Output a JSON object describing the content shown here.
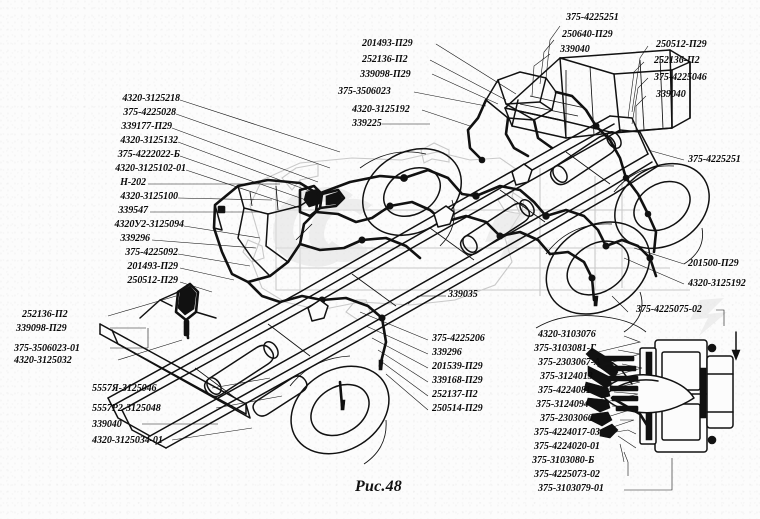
{
  "document": {
    "type": "technical-parts-diagram",
    "caption": "Рис.48",
    "watermark": "АЗ"
  },
  "labels": {
    "left_column": [
      {
        "id": "l1",
        "text": "4320-3125218"
      },
      {
        "id": "l2",
        "text": "375-4225028"
      },
      {
        "id": "l3",
        "text": "339177-П29"
      },
      {
        "id": "l4",
        "text": "4320-3125132"
      },
      {
        "id": "l5",
        "text": "375-4222022-Б"
      },
      {
        "id": "l6",
        "text": "4320-3125102-01"
      },
      {
        "id": "l7",
        "text": "Н-202"
      },
      {
        "id": "l8",
        "text": "4320-3125100"
      },
      {
        "id": "l9",
        "text": "339547"
      },
      {
        "id": "l10",
        "text": "4320У2-3125094"
      },
      {
        "id": "l11",
        "text": "339296"
      },
      {
        "id": "l12",
        "text": "375-4225092"
      },
      {
        "id": "l13",
        "text": "201493-П29"
      },
      {
        "id": "l14",
        "text": "250512-П29"
      }
    ],
    "lower_left_group": [
      {
        "id": "ll1",
        "text": "252136-П2"
      },
      {
        "id": "ll2",
        "text": "339098-П29"
      },
      {
        "id": "ll3",
        "text": "375-3506023-01"
      },
      {
        "id": "ll4",
        "text": "4320-3125032"
      }
    ],
    "bottom_left_group": [
      {
        "id": "bl1",
        "text": "5557Я-3125046"
      },
      {
        "id": "bl2",
        "text": "5557Р2-3125048"
      },
      {
        "id": "bl3",
        "text": "339040"
      },
      {
        "id": "bl4",
        "text": "4320-3125034-01"
      }
    ],
    "top_center_group": [
      {
        "id": "tc1",
        "text": "201493-П29"
      },
      {
        "id": "tc2",
        "text": "252136-П2"
      },
      {
        "id": "tc3",
        "text": "339098-П29"
      },
      {
        "id": "tc4",
        "text": "375-3506023"
      },
      {
        "id": "tc5",
        "text": "4320-3125192"
      },
      {
        "id": "tc6",
        "text": "339225"
      }
    ],
    "top_right_group_a": [
      {
        "id": "tra1",
        "text": "375-4225251"
      },
      {
        "id": "tra2",
        "text": "250640-П29"
      },
      {
        "id": "tra3",
        "text": "339040"
      }
    ],
    "top_right_group_b": [
      {
        "id": "trb1",
        "text": "250512-П29"
      },
      {
        "id": "trb2",
        "text": "252136-П2"
      },
      {
        "id": "trb3",
        "text": "375-4225046"
      },
      {
        "id": "trb4",
        "text": "339040"
      }
    ],
    "right_side": [
      {
        "id": "rs1",
        "text": "375-4225251"
      },
      {
        "id": "rs2",
        "text": "201500-П29"
      },
      {
        "id": "rs3",
        "text": "4320-3125192"
      },
      {
        "id": "rs4",
        "text": "375-4225075-02"
      }
    ],
    "center_callout": [
      {
        "id": "cc1",
        "text": "339035"
      }
    ],
    "center_bottom_group": [
      {
        "id": "cb1",
        "text": "375-4225206"
      },
      {
        "id": "cb2",
        "text": "339296"
      },
      {
        "id": "cb3",
        "text": "201539-П29"
      },
      {
        "id": "cb4",
        "text": "339168-П29"
      },
      {
        "id": "cb5",
        "text": "252137-П2"
      },
      {
        "id": "cb6",
        "text": "250514-П29"
      }
    ],
    "bottom_right_group": [
      {
        "id": "br1",
        "text": "4320-3103076"
      },
      {
        "id": "br2",
        "text": "375-3103081-Г"
      },
      {
        "id": "br3",
        "text": "375-2303067-А"
      },
      {
        "id": "br4",
        "text": "375-3124013"
      },
      {
        "id": "br5",
        "text": "375-4224081"
      },
      {
        "id": "br6",
        "text": "375-3124094"
      },
      {
        "id": "br7",
        "text": "375-2303066"
      },
      {
        "id": "br8",
        "text": "375-4224017-03"
      },
      {
        "id": "br9",
        "text": "375-4224020-01"
      },
      {
        "id": "br10",
        "text": "375-3103080-Б"
      },
      {
        "id": "br11",
        "text": "375-4225073-02"
      },
      {
        "id": "br12",
        "text": "375-3103079-01"
      }
    ]
  },
  "colors": {
    "ink": "#111111",
    "paper": "#fcfcfc",
    "watermark": "#c9c9c9"
  }
}
